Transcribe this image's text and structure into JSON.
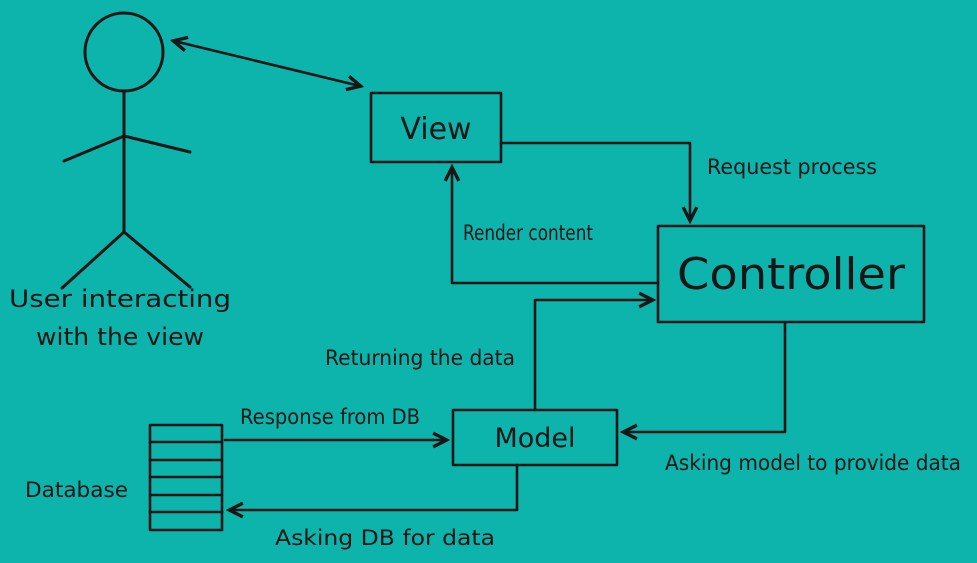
{
  "canvas": {
    "background": "#0db4ac",
    "ink": "#161616"
  },
  "actor": {
    "caption_line1": "User interacting",
    "caption_line2": "with the view"
  },
  "nodes": {
    "view": "View",
    "controller": "Controller",
    "model": "Model"
  },
  "database": {
    "label": "Database"
  },
  "edges": {
    "request_process": "Request process",
    "render_content": "Render content",
    "returning_data": "Returning the data",
    "asking_model": "Asking model to provide data",
    "response_from_db": "Response from DB",
    "asking_db": "Asking DB for data"
  }
}
